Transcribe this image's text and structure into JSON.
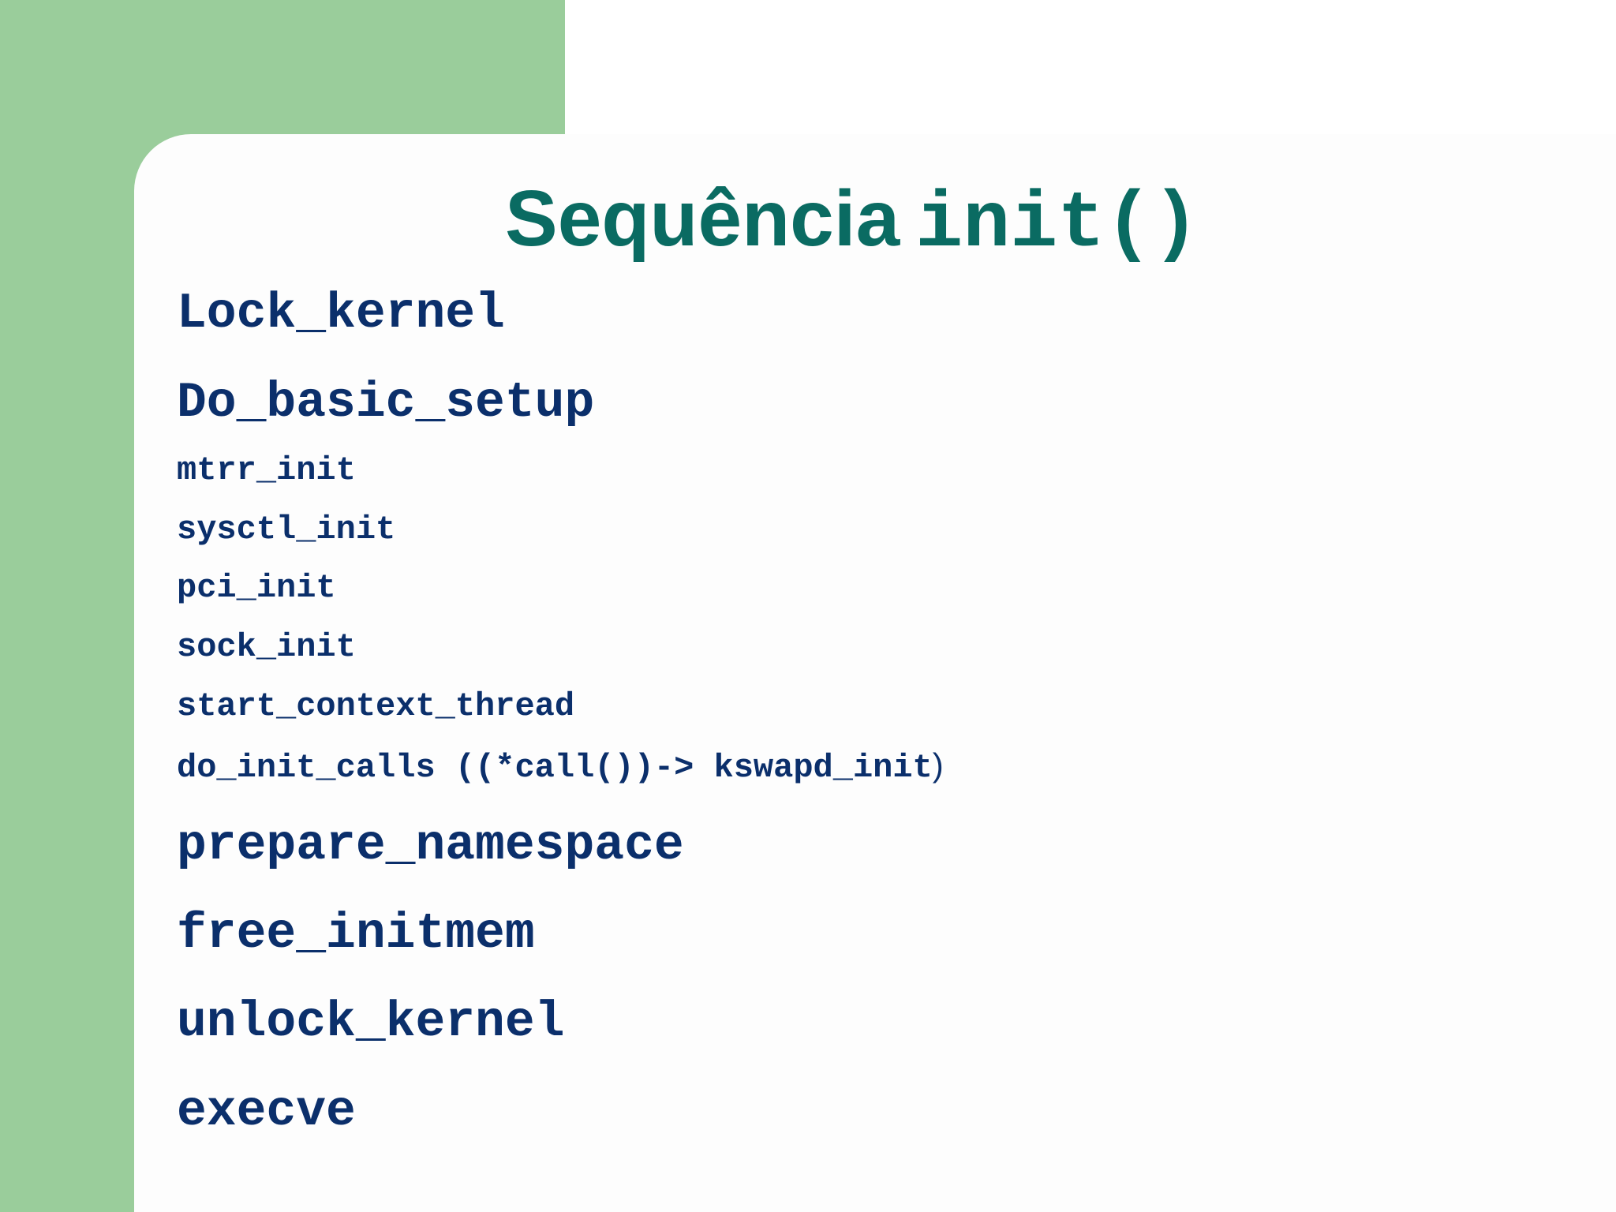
{
  "slide": {
    "title_word": "Sequência",
    "title_code": "init()",
    "items": [
      "Lock_kernel",
      "Do_basic_setup",
      "mtrr_init",
      "sysctl_init",
      "pci_init",
      "sock_init",
      "start_context_thread",
      "do_init_calls ((*call())-> kswapd_init",
      "prepare_namespace",
      "free_initmem",
      "unlock_kernel",
      "execve"
    ],
    "closing_paren": ")"
  },
  "colors": {
    "accent_green": "#9acd9b",
    "title": "#0a6b62",
    "text": "#0b2f6b"
  }
}
